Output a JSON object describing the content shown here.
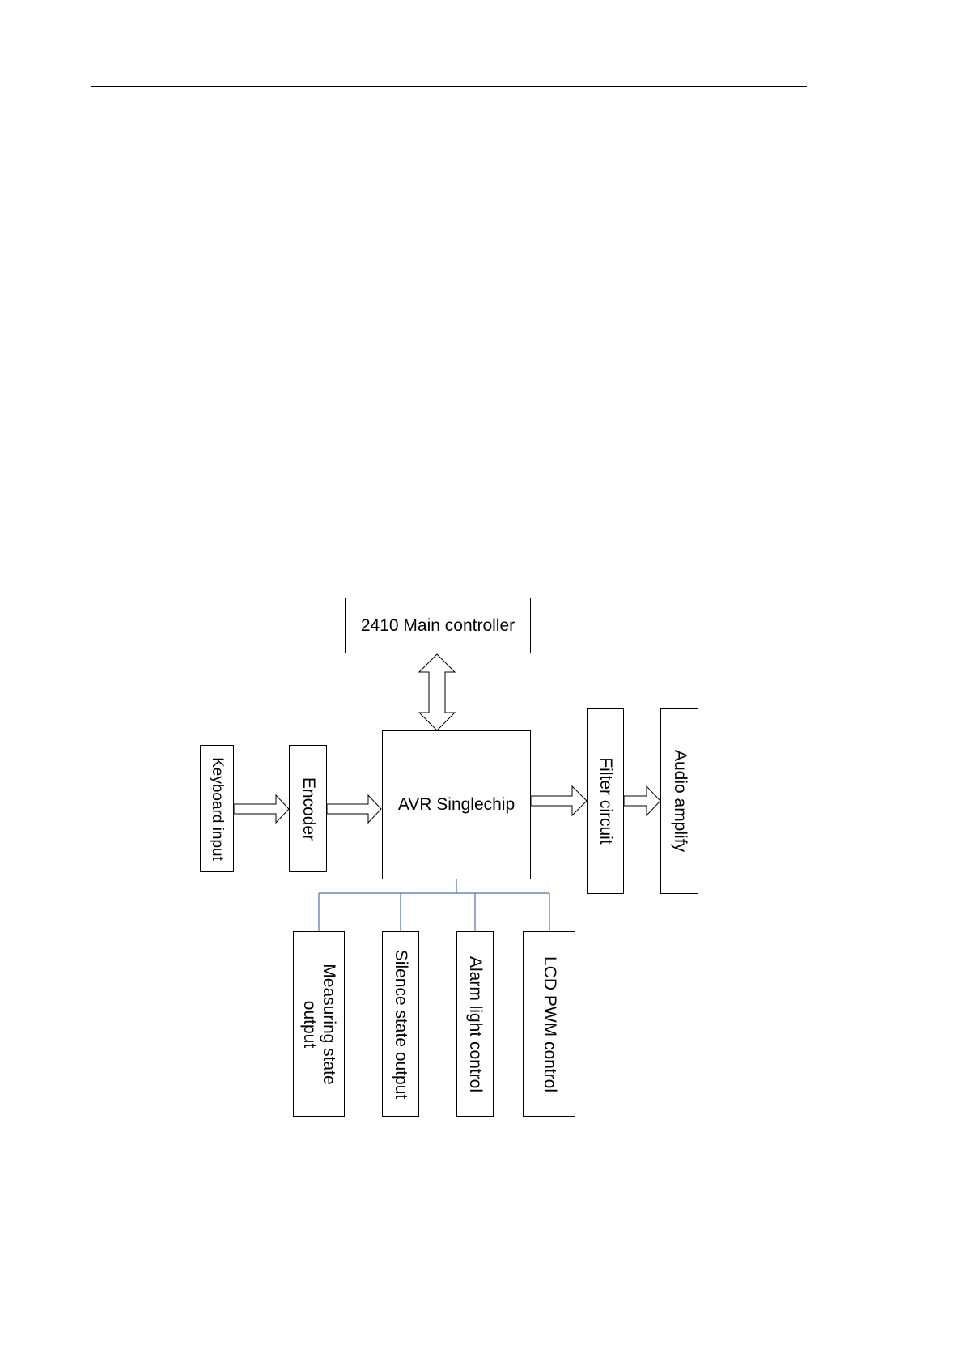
{
  "diagram": {
    "main_controller": "2410 Main controller",
    "avr": "AVR Singlechip",
    "keyboard": "Keyboard input",
    "encoder": "Encoder",
    "filter": "Filter circuit",
    "audio": "Audio amplify",
    "measuring_line1": "Measuring state",
    "measuring_line2": "output",
    "silence": "Silence state output",
    "alarm": "Alarm light control",
    "lcd": "LCD PWM control"
  },
  "colors": {
    "connector_line": "#4a6fb0",
    "box_border": "#000000"
  }
}
